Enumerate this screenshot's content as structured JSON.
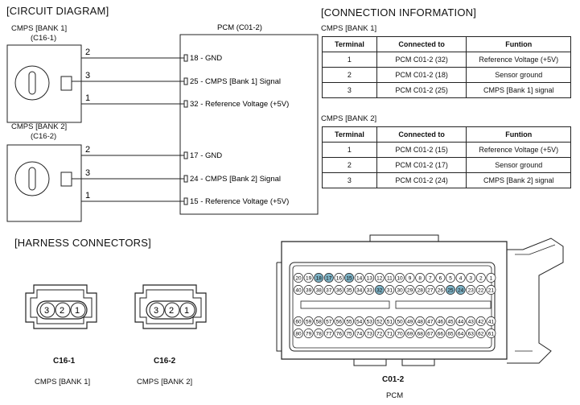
{
  "circuit": {
    "title": "[CIRCUIT DIAGRAM]",
    "bank1": {
      "name": "CMPS [BANK 1]",
      "code": "(C16-1)"
    },
    "bank2": {
      "name": "CMPS [BANK 2]",
      "code": "(C16-2)"
    },
    "pins": [
      "2",
      "3",
      "1"
    ],
    "pcm_title": "PCM (C01-2)",
    "pcm_terms": [
      "18 - GND",
      "25 -  CMPS [Bank 1] Signal",
      "32 - Reference Voltage (+5V)",
      "17 - GND",
      "24 -  CMPS [Bank 2] Signal",
      "15 - Reference Voltage (+5V)"
    ]
  },
  "connection": {
    "title": "[CONNECTION INFORMATION]",
    "headers": [
      "Terminal",
      "Connected to",
      "Funtion"
    ],
    "tables": [
      {
        "title": "CMPS [BANK 1]",
        "rows": [
          [
            "1",
            "PCM C01-2 (32)",
            "Reference Voltage (+5V)"
          ],
          [
            "2",
            "PCM C01-2 (18)",
            "Sensor ground"
          ],
          [
            "3",
            "PCM C01-2 (25)",
            "CMPS [Bank 1] signal"
          ]
        ]
      },
      {
        "title": "CMPS [BANK 2]",
        "rows": [
          [
            "1",
            "PCM C01-2 (15)",
            "Reference Voltage (+5V)"
          ],
          [
            "2",
            "PCM C01-2 (17)",
            "Sensor ground"
          ],
          [
            "3",
            "PCM C01-2 (24)",
            "CMPS [Bank 2] signal"
          ]
        ]
      }
    ]
  },
  "harness": {
    "title": "[HARNESS CONNECTORS]",
    "c16_1": {
      "code": "C16-1",
      "name": "CMPS [BANK 1]",
      "pins": [
        "3",
        "2",
        "1"
      ]
    },
    "c16_2": {
      "code": "C16-2",
      "name": "CMPS [BANK 2]",
      "pins": [
        "3",
        "2",
        "1"
      ]
    },
    "pcm": {
      "code": "C01-2",
      "name": "PCM",
      "row1": [
        "20",
        "19",
        "18",
        "17",
        "16",
        "15",
        "14",
        "13",
        "12",
        "11",
        "10",
        "9",
        "8",
        "7",
        "6",
        "5",
        "4",
        "3",
        "2",
        "1"
      ],
      "row2": [
        "40",
        "39",
        "38",
        "37",
        "36",
        "35",
        "34",
        "33",
        "32",
        "31",
        "30",
        "29",
        "28",
        "27",
        "26",
        "25",
        "24",
        "23",
        "22",
        "21"
      ],
      "row3": [
        "60",
        "59",
        "58",
        "57",
        "56",
        "55",
        "54",
        "53",
        "52",
        "51",
        "50",
        "49",
        "48",
        "47",
        "46",
        "45",
        "44",
        "43",
        "42",
        "41"
      ],
      "row4": [
        "80",
        "79",
        "78",
        "77",
        "76",
        "75",
        "74",
        "73",
        "72",
        "71",
        "70",
        "69",
        "68",
        "67",
        "66",
        "65",
        "64",
        "63",
        "62",
        "61"
      ],
      "highlighted": [
        "18",
        "17",
        "15",
        "32",
        "25",
        "24"
      ],
      "highlight_color": "#7fb3c6"
    }
  }
}
